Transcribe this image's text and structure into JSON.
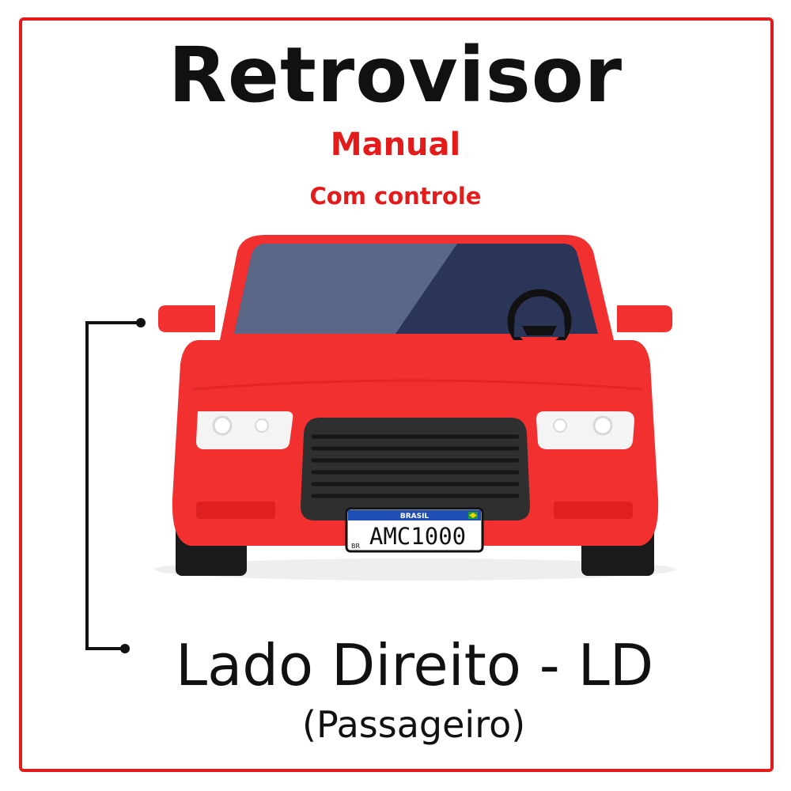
{
  "heading": {
    "title": "Retrovisor",
    "type": "Manual",
    "feature": "Com controle"
  },
  "side": {
    "label": "Lado Direito - LD",
    "note": "(Passageiro)"
  },
  "plate": {
    "country": "BRASIL",
    "country_code": "BR",
    "number": "AMC1000"
  },
  "colors": {
    "accent": "#e31b1b",
    "car_body": "#f23030",
    "text": "#111111"
  }
}
